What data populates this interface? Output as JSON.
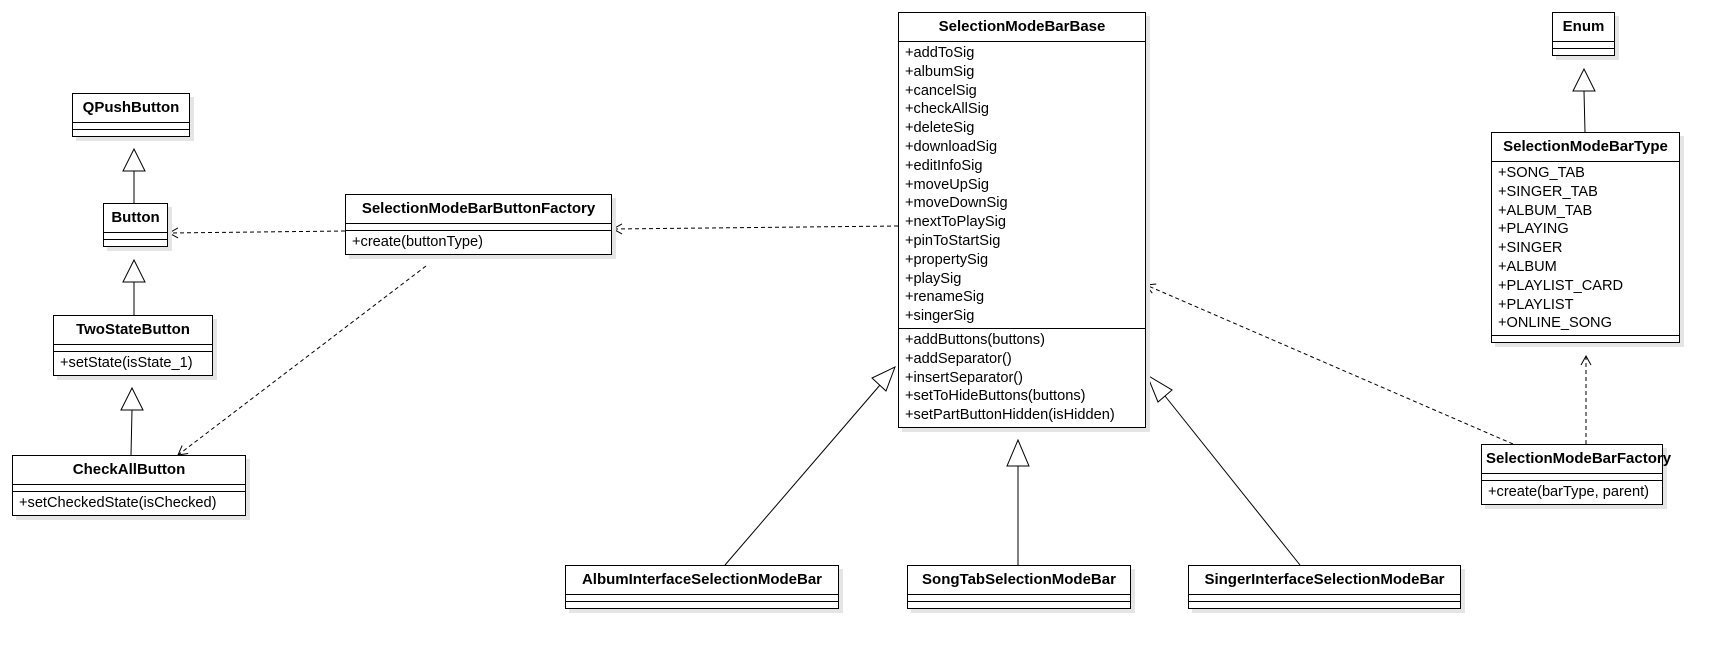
{
  "classes": {
    "qpushbutton": {
      "name": "QPushButton",
      "attributes": [],
      "methods": []
    },
    "button": {
      "name": "Button",
      "attributes": [],
      "methods": []
    },
    "twostatebutton": {
      "name": "TwoStateButton",
      "attributes": [],
      "methods": [
        "+setState(isState_1)"
      ]
    },
    "checkallbutton": {
      "name": "CheckAllButton",
      "attributes": [],
      "methods": [
        "+setCheckedState(isChecked)"
      ]
    },
    "buttonfactory": {
      "name": "SelectionModeBarButtonFactory",
      "attributes": [],
      "methods": [
        "+create(buttonType)"
      ]
    },
    "base": {
      "name": "SelectionModeBarBase",
      "attributes": [
        "+addToSig",
        "+albumSig",
        "+cancelSig",
        "+checkAllSig",
        "+deleteSig",
        "+downloadSig",
        "+editInfoSig",
        "+moveUpSig",
        "+moveDownSig",
        "+nextToPlaySig",
        "+pinToStartSig",
        "+propertySig",
        "+playSig",
        "+renameSig",
        "+singerSig"
      ],
      "methods": [
        "+addButtons(buttons)",
        "+addSeparator()",
        "+insertSeparator()",
        "+setToHideButtons(buttons)",
        "+setPartButtonHidden(isHidden)"
      ]
    },
    "enum": {
      "name": "Enum",
      "attributes": [],
      "methods": []
    },
    "bartype": {
      "name": "SelectionModeBarType",
      "attributes": [
        "+SONG_TAB",
        "+SINGER_TAB",
        "+ALBUM_TAB",
        "+PLAYING",
        "+SINGER",
        "+ALBUM",
        "+PLAYLIST_CARD",
        "+PLAYLIST",
        "+ONLINE_SONG"
      ],
      "methods": []
    },
    "barfactory": {
      "name": "SelectionModeBarFactory",
      "attributes": [],
      "methods": [
        "+create(barType, parent)"
      ]
    },
    "album": {
      "name": "AlbumInterfaceSelectionModeBar",
      "attributes": [],
      "methods": []
    },
    "songtab": {
      "name": "SongTabSelectionModeBar",
      "attributes": [],
      "methods": []
    },
    "singer": {
      "name": "SingerInterfaceSelectionModeBar",
      "attributes": [],
      "methods": []
    }
  }
}
